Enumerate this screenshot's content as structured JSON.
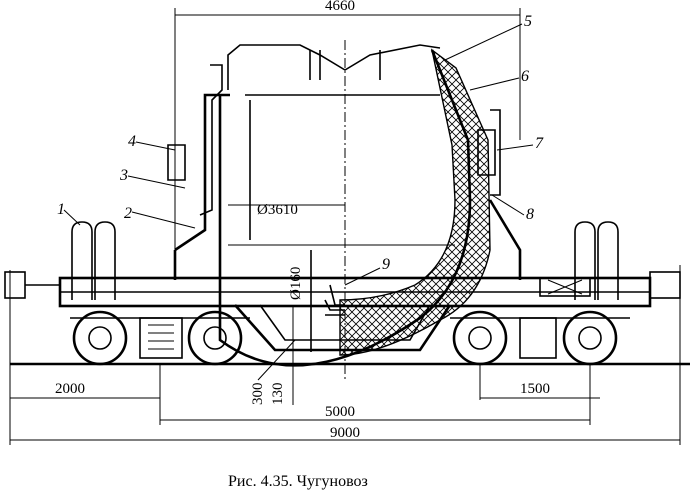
{
  "figure": {
    "caption": "Рис. 4.35. Чугуновоз",
    "dimensions": {
      "top_width": "4660",
      "ladle_diameter": "Ø3610",
      "pin_diameter": "Ø160",
      "dim_300": "300",
      "dim_130": "130",
      "dim_2000": "2000",
      "dim_1500": "1500",
      "dim_5000": "5000",
      "dim_9000": "9000"
    },
    "callouts": [
      "1",
      "2",
      "3",
      "4",
      "5",
      "6",
      "7",
      "8",
      "9"
    ]
  }
}
